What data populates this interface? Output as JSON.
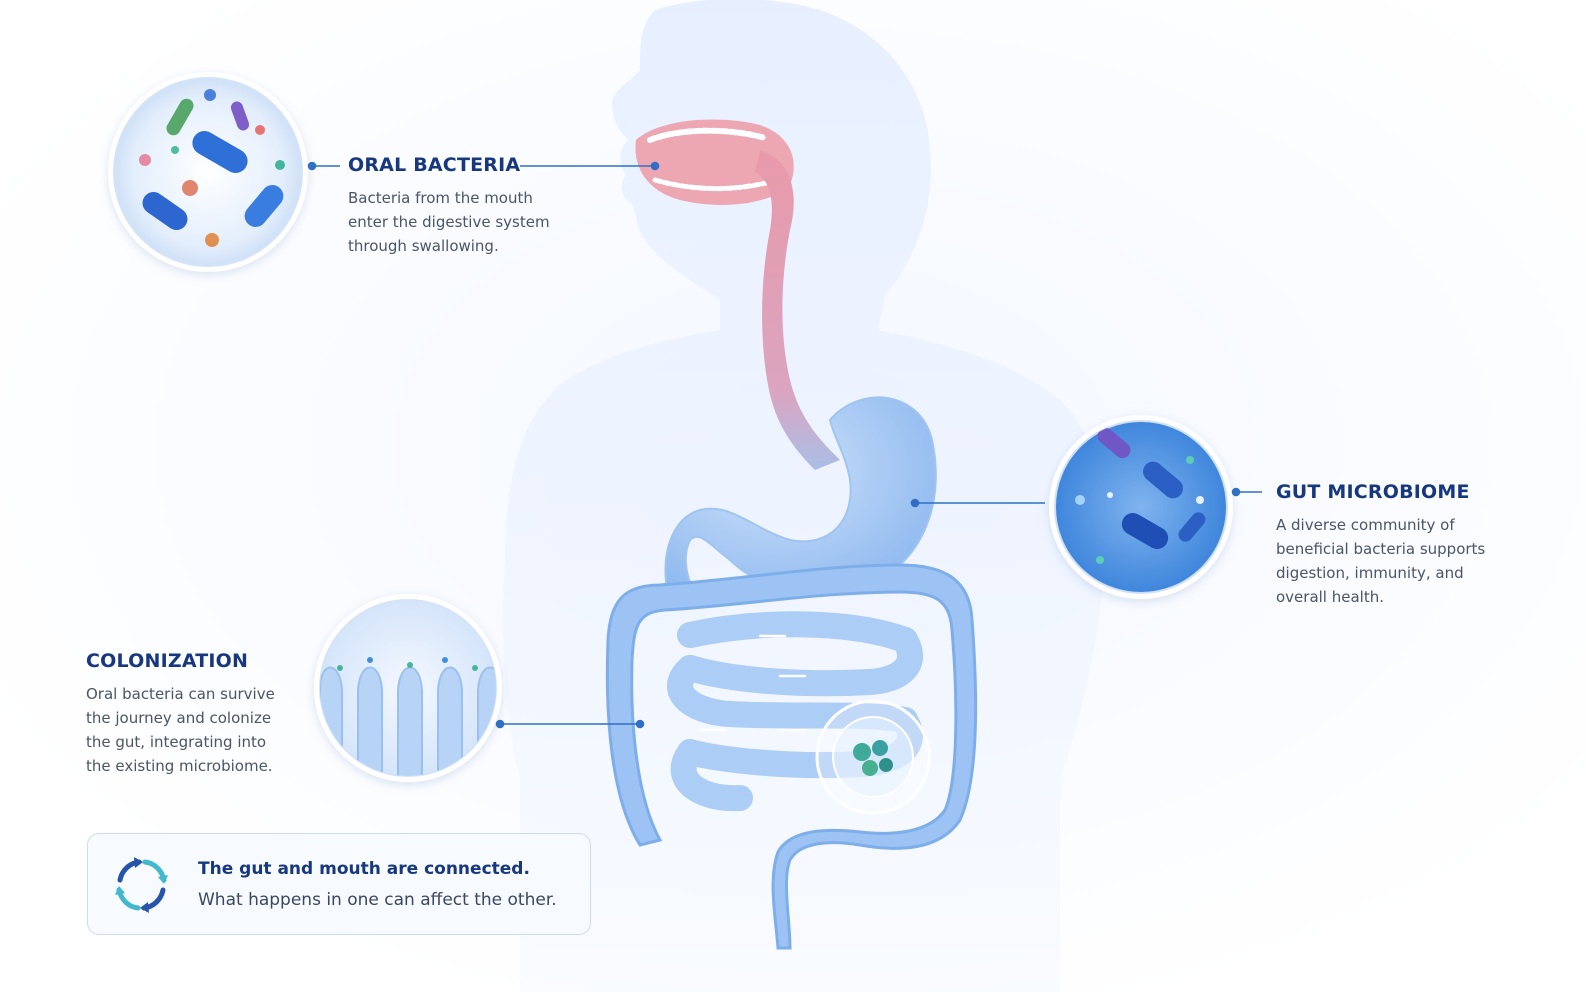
{
  "labels": {
    "oral": {
      "title": "ORAL BACTERIA",
      "lines": [
        "Bacteria from the mouth",
        "enter the digestive system",
        "through swallowing."
      ]
    },
    "gut": {
      "title": "GUT MICROBIOME",
      "lines": [
        "A diverse community of",
        "beneficial bacteria supports",
        "digestion, immunity, and",
        "overall health."
      ]
    },
    "colonization": {
      "title": "COLONIZATION",
      "lines": [
        "Oral bacteria can survive",
        "the journey and colonize",
        "the gut, integrating into",
        "the existing microbiome."
      ]
    }
  },
  "callout": {
    "title": "The gut and mouth are connected.",
    "text": "What happens in one can affect the other.",
    "icon": "cycle-arrows-icon"
  },
  "colors": {
    "heading": "#17377f",
    "body_text": "#4a5566",
    "leader_line": "#2f6fc6",
    "body_silhouette": "#e6efff",
    "esophagus": "#e8a6b4",
    "organ_blue": "#8fbcf2",
    "icon_teal": "#43b8cc",
    "icon_navy": "#2554a8"
  }
}
